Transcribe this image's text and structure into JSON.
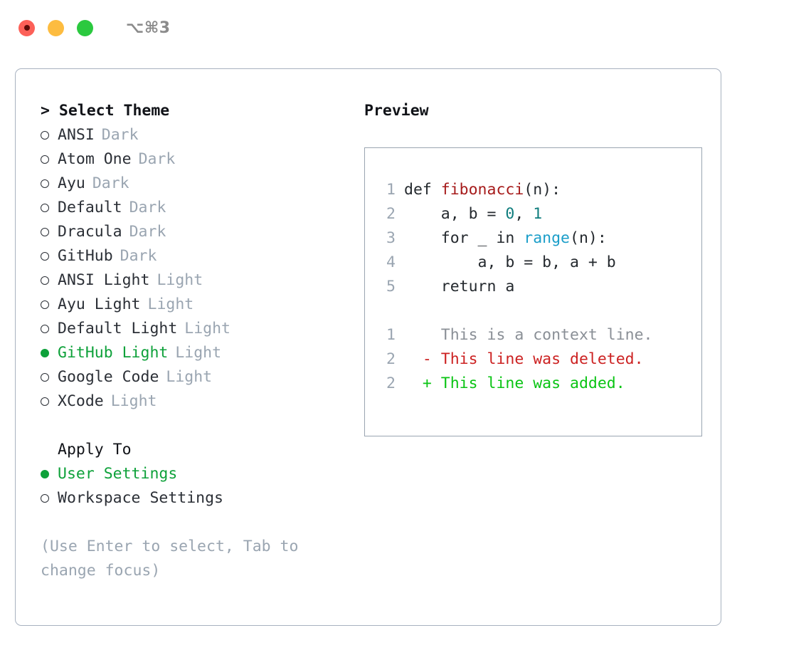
{
  "titlebar": {
    "shortcut": "⌥⌘3",
    "buttons": [
      {
        "name": "close",
        "color": "#fc6058"
      },
      {
        "name": "minimize",
        "color": "#fdbc40"
      },
      {
        "name": "maximize",
        "color": "#2bc93f"
      }
    ]
  },
  "theme_panel": {
    "heading": "> Select Theme",
    "items": [
      {
        "label": "ANSI",
        "tag": "Dark",
        "selected": false
      },
      {
        "label": "Atom One",
        "tag": "Dark",
        "selected": false
      },
      {
        "label": "Ayu",
        "tag": "Dark",
        "selected": false
      },
      {
        "label": "Default",
        "tag": "Dark",
        "selected": false
      },
      {
        "label": "Dracula",
        "tag": "Dark",
        "selected": false
      },
      {
        "label": "GitHub",
        "tag": "Dark",
        "selected": false
      },
      {
        "label": "ANSI Light",
        "tag": "Light",
        "selected": false
      },
      {
        "label": "Ayu Light",
        "tag": "Light",
        "selected": false
      },
      {
        "label": "Default Light",
        "tag": "Light",
        "selected": false
      },
      {
        "label": "GitHub Light",
        "tag": "Light",
        "selected": true
      },
      {
        "label": "Google Code",
        "tag": "Light",
        "selected": false
      },
      {
        "label": "XCode",
        "tag": "Light",
        "selected": false
      }
    ]
  },
  "apply_to": {
    "heading": "Apply To",
    "options": [
      {
        "label": "User Settings",
        "selected": true
      },
      {
        "label": "Workspace Settings",
        "selected": false
      }
    ]
  },
  "hint": "(Use Enter to select, Tab to change focus)",
  "preview": {
    "title": "Preview",
    "code_lines": [
      {
        "number": "1",
        "tokens": [
          {
            "text": "def ",
            "type": "plain"
          },
          {
            "text": "fibonacci",
            "type": "func"
          },
          {
            "text": "(n):",
            "type": "plain"
          }
        ]
      },
      {
        "number": "2",
        "tokens": [
          {
            "text": "    a, b = ",
            "type": "plain"
          },
          {
            "text": "0",
            "type": "num"
          },
          {
            "text": ", ",
            "type": "plain"
          },
          {
            "text": "1",
            "type": "num"
          }
        ]
      },
      {
        "number": "3",
        "tokens": [
          {
            "text": "    for _ in ",
            "type": "plain"
          },
          {
            "text": "range",
            "type": "builtin"
          },
          {
            "text": "(n):",
            "type": "plain"
          }
        ]
      },
      {
        "number": "4",
        "tokens": [
          {
            "text": "        a, b = b, a + b",
            "type": "plain"
          }
        ]
      },
      {
        "number": "5",
        "tokens": [
          {
            "text": "    return a",
            "type": "plain"
          }
        ]
      }
    ],
    "diff_lines": [
      {
        "number": "1",
        "marker": "  ",
        "text": "This is a context line.",
        "kind": "ctx"
      },
      {
        "number": "2",
        "marker": "- ",
        "text": "This line was deleted.",
        "kind": "del"
      },
      {
        "number": "2",
        "marker": "+ ",
        "text": "This line was added.",
        "kind": "add"
      }
    ]
  },
  "colors": {
    "accent_green": "#0ea13a",
    "muted": "#9aa5b1",
    "text": "#2b2f36",
    "border": "#a8b2c0",
    "diff_add": "#0ac414",
    "diff_del": "#cc2222",
    "syntax_func": "#a61b1b",
    "syntax_num": "#0f7d7d",
    "syntax_builtin": "#1b9ec9"
  }
}
